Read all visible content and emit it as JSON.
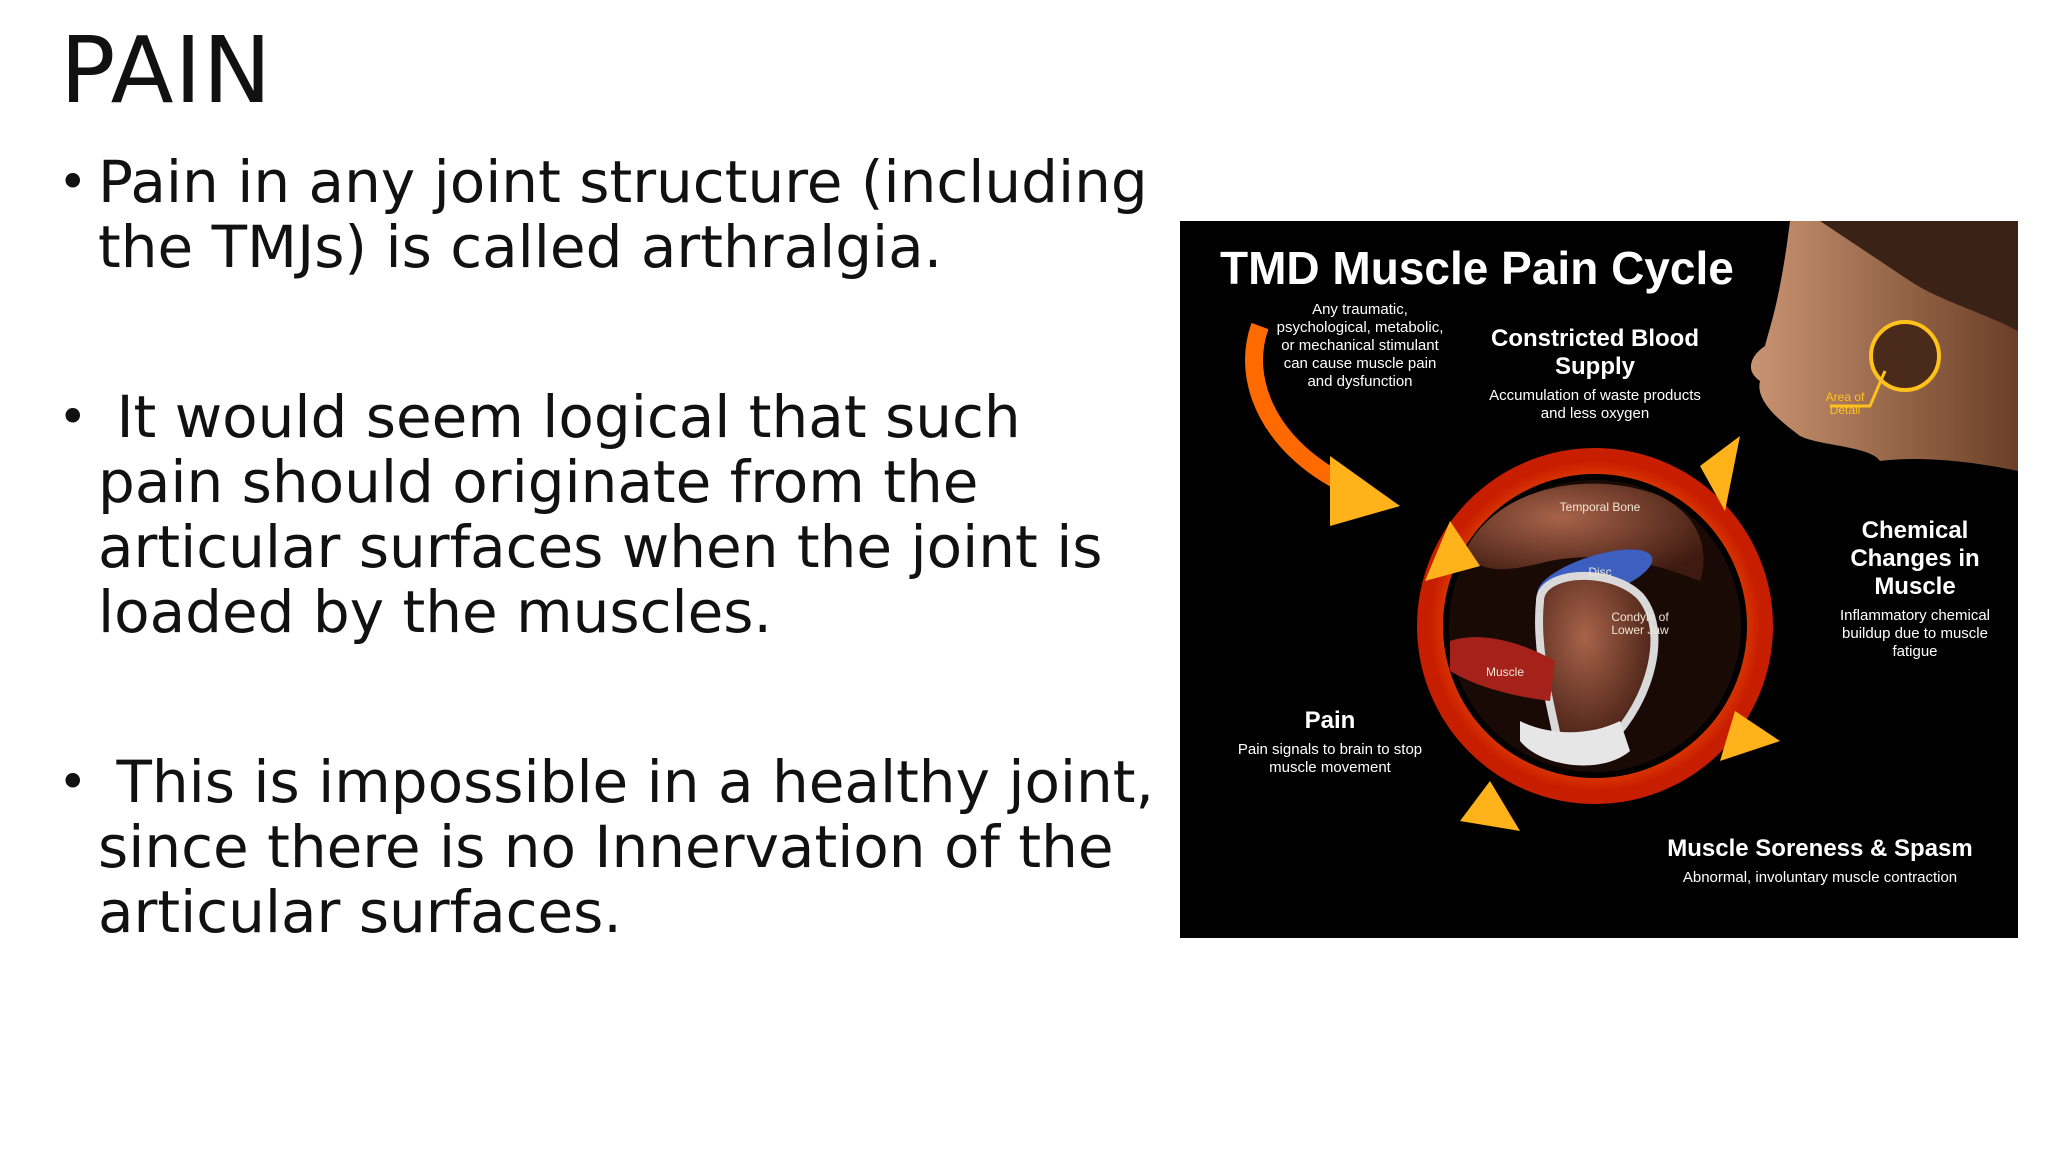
{
  "slide": {
    "title": "PAIN",
    "bullets": [
      "Pain in any joint structure (including the TMJs) is called arthralgia.",
      " It would seem logical that such pain should originate from the articular surfaces when the joint is loaded by the muscles.",
      " This is impossible in a healthy joint, since there is no Innervation of the articular surfaces."
    ]
  },
  "figure": {
    "title": "TMD Muscle Pain Cycle",
    "stimulus": "Any traumatic, psychological, metabolic, or mechanical stimulant can cause muscle pain and dysfunction",
    "constricted": {
      "heading": "Constricted Blood Supply",
      "detail": "Accumulation of waste products and less oxygen"
    },
    "chemical": {
      "heading": "Chemical Changes in Muscle",
      "detail": "Inflammatory chemical buildup due to muscle fatigue"
    },
    "pain": {
      "heading": "Pain",
      "detail": "Pain signals to brain to stop muscle movement"
    },
    "soreness": {
      "heading": "Muscle Soreness & Spasm",
      "detail": "Abnormal, involuntary muscle contraction"
    },
    "anatomy": {
      "temporal": "Temporal Bone",
      "disc": "Disc",
      "condyle": "Condyle of Lower Jaw",
      "muscle": "Muscle",
      "area": "Area of Detail"
    }
  }
}
